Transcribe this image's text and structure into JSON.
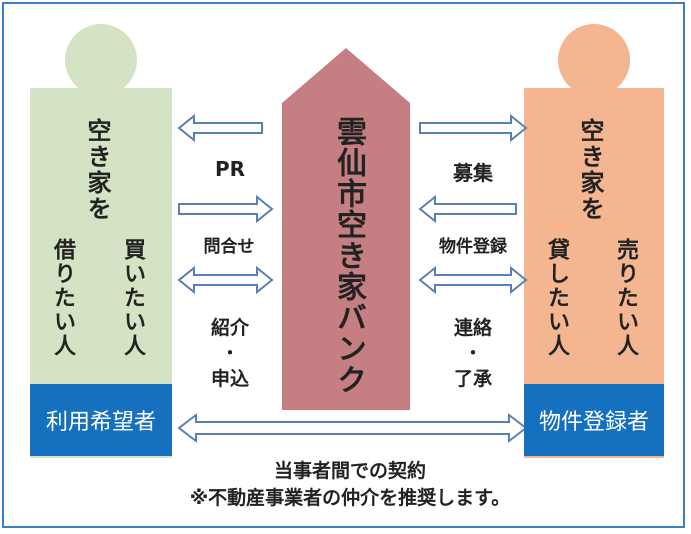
{
  "left": {
    "line1": "空き家を",
    "line2": "買いたい人",
    "line3": "借りたい人",
    "box": "利用希望者"
  },
  "right": {
    "line1": "空き家を",
    "line2": "売りたい人",
    "line3": "貸したい人",
    "box": "物件登録者"
  },
  "center": {
    "label": "雲仙市空き家バンク"
  },
  "arrows_left": {
    "pr": "PR",
    "inquiry": "問合せ",
    "intro": "紹介",
    "dot": "・",
    "apply": "申込"
  },
  "arrows_right": {
    "recruit": "募集",
    "register": "物件登録",
    "contact": "連絡",
    "dot": "・",
    "accept": "了承"
  },
  "bottom": {
    "line1": "当事者間での契約",
    "line2": "※不動産事業者の仲介を推奨します。"
  },
  "colors": {
    "border": "#3d7fc4",
    "left_figure": "#d3e3c3",
    "right_figure": "#f4b690",
    "house": "#c57f83",
    "box": "#1570c0",
    "arrow_fill": "#ffffff",
    "arrow_stroke": "#5b7fb3"
  }
}
